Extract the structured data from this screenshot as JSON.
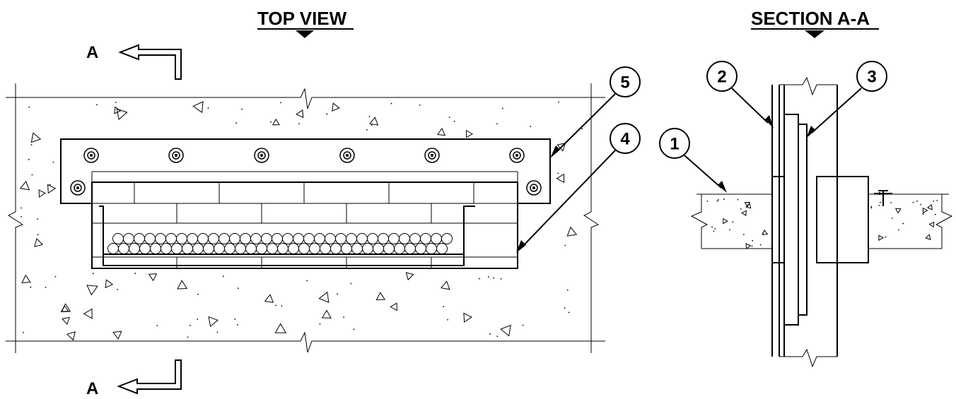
{
  "titles": {
    "top_view": "TOP VIEW",
    "section": "SECTION A-A"
  },
  "section_cut": {
    "top_label": "A",
    "bottom_label": "A"
  },
  "callouts": [
    {
      "id": "callout-1",
      "number": "1"
    },
    {
      "id": "callout-2",
      "number": "2"
    },
    {
      "id": "callout-3",
      "number": "3"
    },
    {
      "id": "callout-4",
      "number": "4"
    },
    {
      "id": "callout-5",
      "number": "5"
    }
  ],
  "colors": {
    "line": "#000000",
    "background": "#ffffff"
  }
}
